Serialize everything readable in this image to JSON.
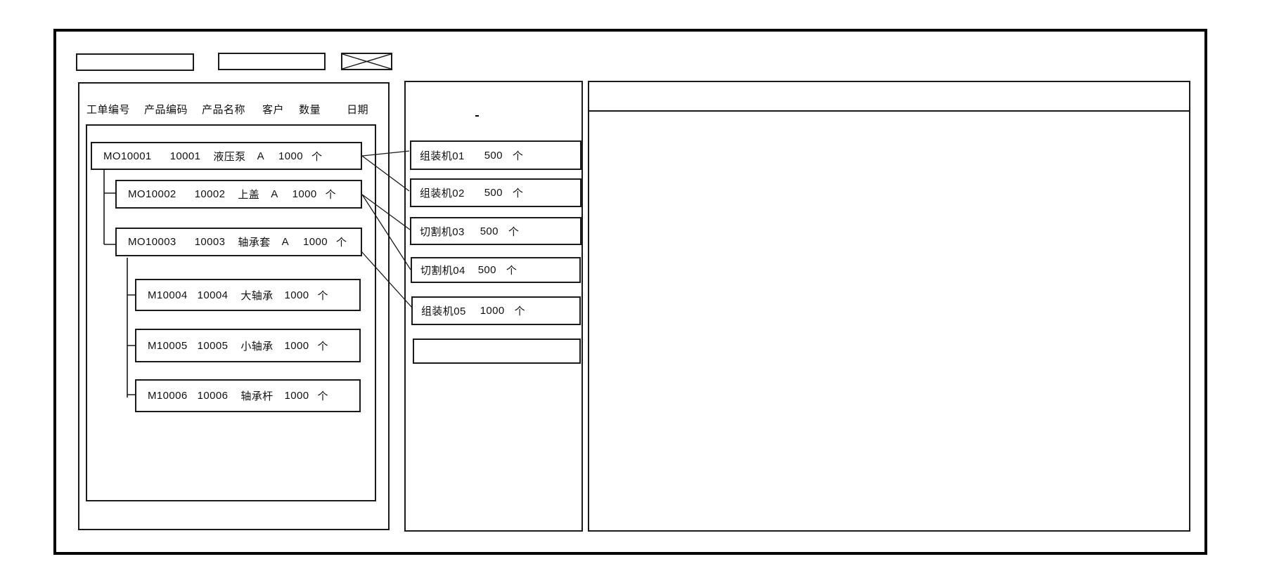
{
  "colors": {
    "stroke": "#000000",
    "background": "#ffffff",
    "text": "#111111"
  },
  "toolbar": {
    "field1_value": "",
    "field2_value": ""
  },
  "work_order_panel": {
    "columns": [
      "工单编号",
      "产品编码",
      "产品名称",
      "客户",
      "数量",
      "日期"
    ],
    "orders": [
      {
        "order_no": "MO10001",
        "product_code": "10001",
        "product_name": "液压泵",
        "customer": "A",
        "qty": "1000",
        "unit": "个"
      },
      {
        "order_no": "MO10002",
        "product_code": "10002",
        "product_name": "上盖",
        "customer": "A",
        "qty": "1000",
        "unit": "个"
      },
      {
        "order_no": "MO10003",
        "product_code": "10003",
        "product_name": "轴承套",
        "customer": "A",
        "qty": "1000",
        "unit": "个"
      },
      {
        "order_no": "M10004",
        "product_code": "10004",
        "product_name": "大轴承",
        "customer": "",
        "qty": "1000",
        "unit": "个"
      },
      {
        "order_no": "M10005",
        "product_code": "10005",
        "product_name": "小轴承",
        "customer": "",
        "qty": "1000",
        "unit": "个"
      },
      {
        "order_no": "M10006",
        "product_code": "10006",
        "product_name": "轴承杆",
        "customer": "",
        "qty": "1000",
        "unit": "个"
      }
    ]
  },
  "machine_panel": {
    "marker": ".",
    "machines": [
      {
        "name": "组装机01",
        "qty": "500",
        "unit": "个"
      },
      {
        "name": "组装机02",
        "qty": "500",
        "unit": "个"
      },
      {
        "name": "切割机03",
        "qty": "500",
        "unit": "个"
      },
      {
        "name": "切割机04",
        "qty": "500",
        "unit": "个"
      },
      {
        "name": "组装机05",
        "qty": "1000",
        "unit": "个"
      },
      {
        "name": "",
        "qty": "",
        "unit": ""
      }
    ]
  },
  "connections": [
    {
      "from": "MO10001",
      "to": "组装机01"
    },
    {
      "from": "MO10001",
      "to": "组装机02"
    },
    {
      "from": "MO10002",
      "to": "切割机03"
    },
    {
      "from": "MO10002",
      "to": "切割机04"
    },
    {
      "from": "MO10003",
      "to": "组装机05"
    }
  ]
}
